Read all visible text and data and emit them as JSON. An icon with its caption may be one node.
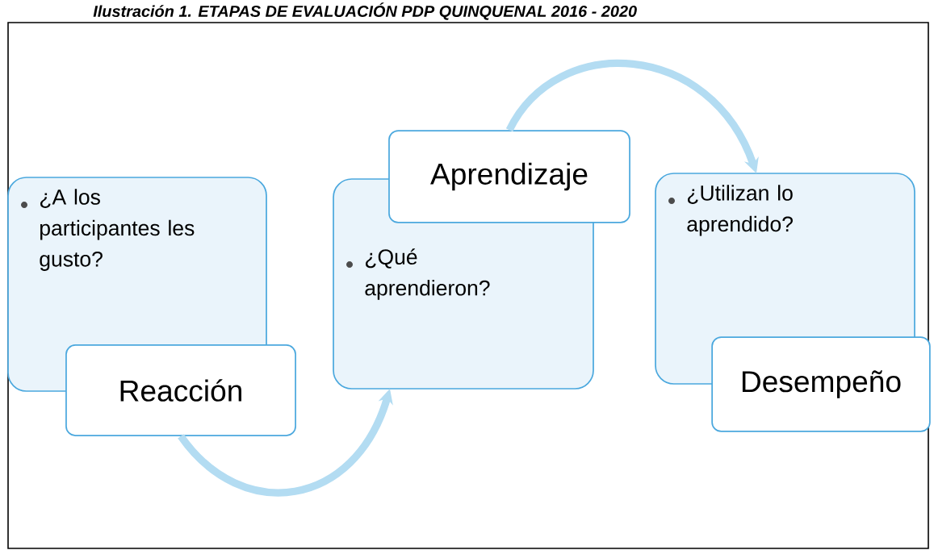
{
  "diagram": {
    "title": "Ilustración 1. ETAPAS DE EVALUACIÓN PDP QUINQUENAL 2016 - 2020",
    "nodes": [
      {
        "text": [
          "¿A los participantes les gusto?"
        ]
      },
      {
        "text": [
          "Reacción"
        ]
      },
      {
        "text": [
          "¿Qué aprendieron?"
        ]
      },
      {
        "text": [
          "Aprendizaje"
        ]
      },
      {
        "text": [
          "¿Utilizan lo aprendido?"
        ]
      },
      {
        "text": [
          "Desempeño"
        ]
      }
    ],
    "edges": [
      {
        "from": 1,
        "to": 2,
        "arrow": "to"
      },
      {
        "from": 3,
        "to": 4,
        "arrow": "to"
      }
    ]
  }
}
